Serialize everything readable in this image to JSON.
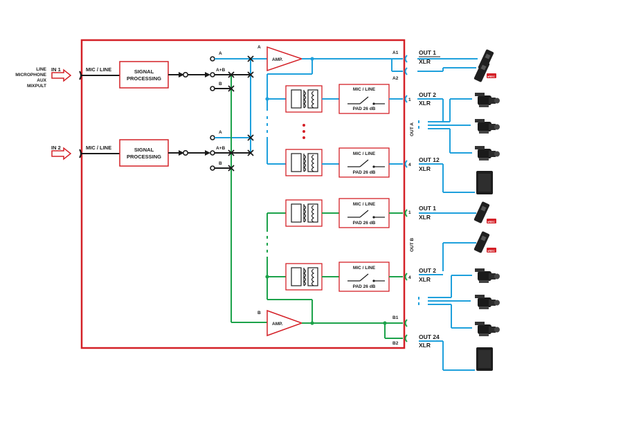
{
  "colors": {
    "frame": "#d42027",
    "channel_a": "#1ea0dc",
    "channel_b": "#1ca24a",
    "signal": "#1a1a1a"
  },
  "inputs": [
    {
      "label": "IN 1",
      "sources": [
        "LINE",
        "MICROPHONE",
        "AUX",
        "MIXPULT"
      ],
      "mode": "MIC / LINE",
      "processing": [
        "SIGNAL",
        "PROCESSING"
      ]
    },
    {
      "label": "IN 2",
      "mode": "MIC / LINE",
      "processing": [
        "SIGNAL",
        "PROCESSING"
      ]
    }
  ],
  "matrix": {
    "rows1": [
      "A",
      "A+B",
      "B"
    ],
    "rows2": [
      "A",
      "A+B",
      "B"
    ]
  },
  "amplifiers": [
    {
      "bus": "A",
      "label": "AMP.",
      "outputs": [
        "A1",
        "A2"
      ]
    },
    {
      "bus": "B",
      "label": "AMP.",
      "outputs": [
        "B1",
        "B2"
      ]
    }
  ],
  "pad_module": {
    "mode": "MIC / LINE",
    "pad": "PAD 26 dB"
  },
  "group_a": {
    "label": "OUT A",
    "ports": [
      "1",
      "4"
    ]
  },
  "group_b": {
    "label": "OUT B",
    "ports": [
      "1",
      "4"
    ]
  },
  "outputs": {
    "a1": {
      "name": "OUT 1",
      "type": "XLR"
    },
    "a_first": {
      "name": "OUT 2",
      "type": "XLR"
    },
    "a_last": {
      "name": "OUT 12",
      "type": "XLR"
    },
    "b_first": {
      "name": "OUT 1",
      "type": "XLR"
    },
    "b_mid": {
      "name": "OUT 2",
      "type": "XLR"
    },
    "b_last": {
      "name": "OUT 24",
      "type": "XLR"
    }
  },
  "icons": {
    "recorder": "audio-recorder-icon",
    "camera": "video-camera-icon",
    "speaker": "speaker-icon",
    "rec_badge": "●REC"
  }
}
